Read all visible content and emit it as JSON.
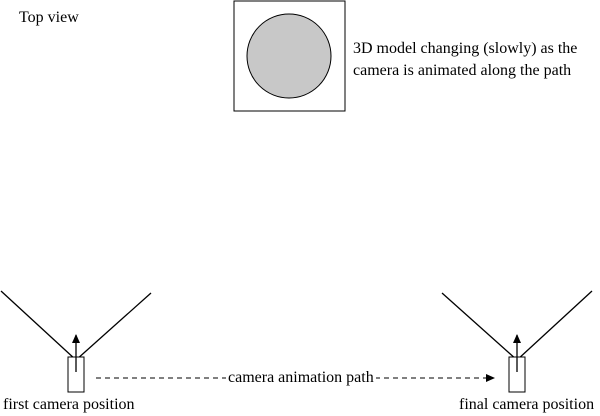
{
  "diagram": {
    "top_view_label": "Top view",
    "model_caption_lines": [
      "3D model changing (slowly) as the",
      "camera is animated along the path"
    ],
    "first_camera_label": "first camera position",
    "final_camera_label": "final camera position",
    "path_label": "camera animation path",
    "colors": {
      "model_fill": "#c8c8c8",
      "stroke": "#000000",
      "background": "#ffffff"
    }
  }
}
